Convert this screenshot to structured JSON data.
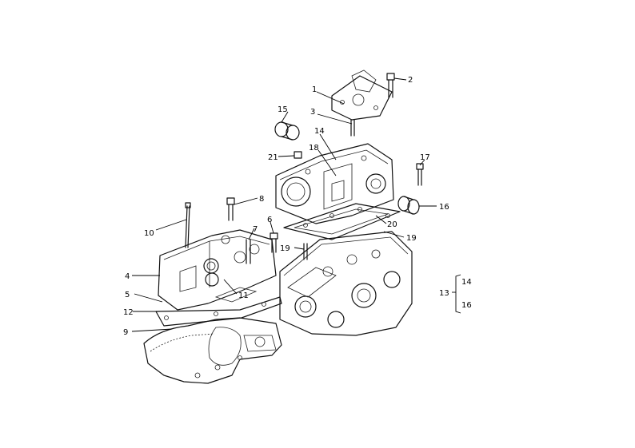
{
  "callouts": {
    "c1": "1",
    "c2": "2",
    "c3": "3",
    "c4": "4",
    "c5": "5",
    "c6": "6",
    "c7": "7",
    "c8": "8",
    "c9": "9",
    "c10": "10",
    "c11": "11",
    "c12": "12",
    "c13": "13",
    "c14a": "14",
    "c14b": "14",
    "c15": "15",
    "c16a": "16",
    "c16b": "16",
    "c17": "17",
    "c18": "18",
    "c19a": "19",
    "c19b": "19",
    "c20": "20",
    "c21": "21"
  }
}
